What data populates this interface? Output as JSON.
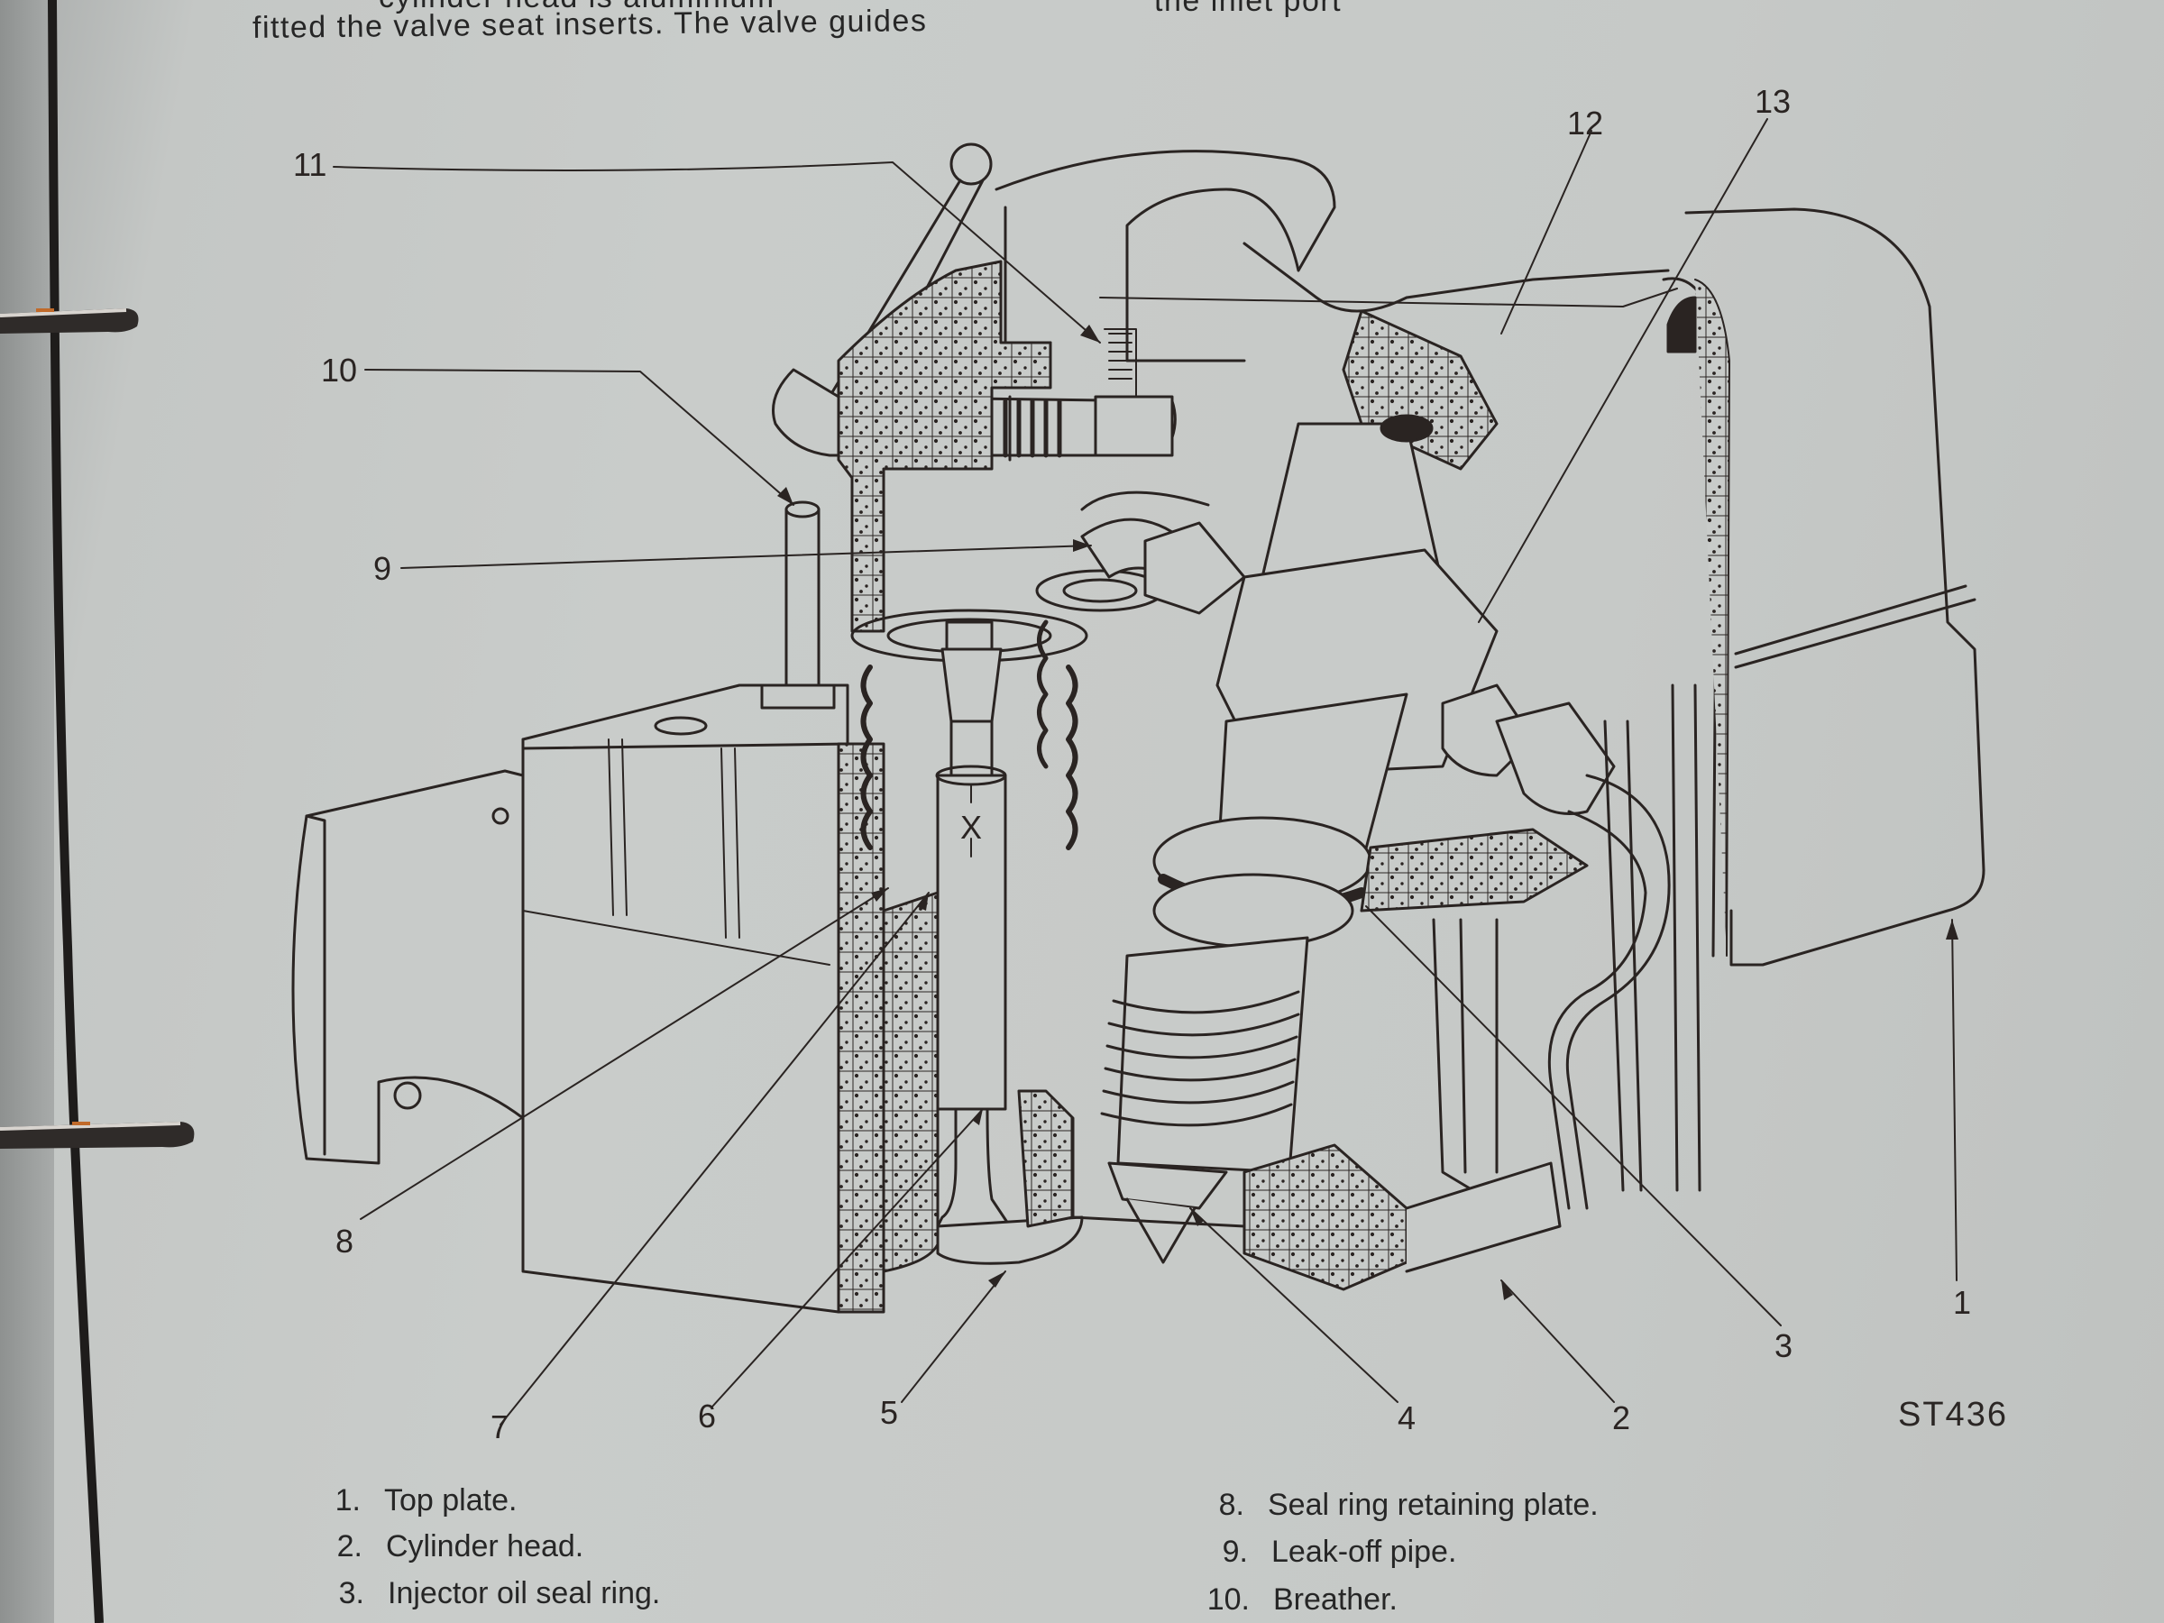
{
  "page": {
    "body_text": {
      "partial_top": "cylinder head is aluminium",
      "line_left": "fitted the valve seat inserts.   The valve guides",
      "line_right_partial": "the inlet port"
    },
    "figure": {
      "reference": "ST436",
      "subject": "Cylinder head cutaway illustration",
      "callouts": [
        {
          "number": "1",
          "label": "Top plate"
        },
        {
          "number": "2",
          "label": "Cylinder head"
        },
        {
          "number": "3",
          "label": "Injector oil seal ring"
        },
        {
          "number": "4",
          "label": ""
        },
        {
          "number": "5",
          "label": ""
        },
        {
          "number": "6",
          "label": ""
        },
        {
          "number": "7",
          "label": ""
        },
        {
          "number": "8",
          "label": "Seal ring retaining plate"
        },
        {
          "number": "9",
          "label": "Leak-off pipe"
        },
        {
          "number": "10",
          "label": "Breather"
        },
        {
          "number": "11",
          "label": ""
        },
        {
          "number": "12",
          "label": ""
        },
        {
          "number": "13",
          "label": ""
        }
      ],
      "marker_x": "X"
    },
    "legend": {
      "left_column": [
        {
          "number": "1.",
          "text": "Top plate."
        },
        {
          "number": "2.",
          "text": "Cylinder  head."
        },
        {
          "number": "3.",
          "text": "Injector oil seal ring."
        }
      ],
      "right_column": [
        {
          "number": "8.",
          "text": "Seal ring retaining plate."
        },
        {
          "number": "9.",
          "text": "Leak-off  pipe."
        },
        {
          "number": "10.",
          "text": "Breather."
        }
      ]
    },
    "colors": {
      "paper": "#c6c9c7",
      "ink": "#2a2422",
      "ring_metal": "#3a3533"
    }
  }
}
